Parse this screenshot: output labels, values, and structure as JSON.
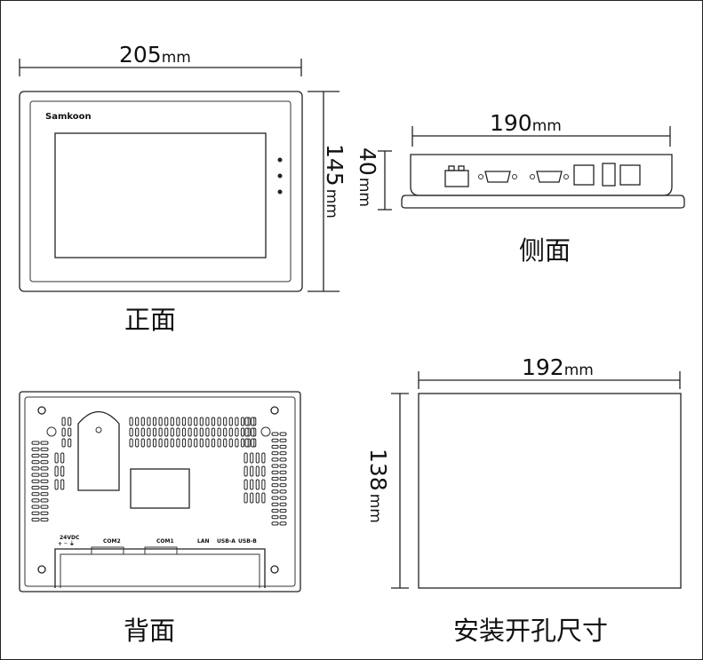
{
  "front": {
    "caption": "正面",
    "brand": "Samkoon",
    "width_value": "205",
    "width_unit": "mm",
    "height_value": "145",
    "height_unit": "mm"
  },
  "side": {
    "caption": "侧面",
    "width_value": "190",
    "width_unit": "mm",
    "depth_value": "40",
    "depth_unit": "mm"
  },
  "back": {
    "caption": "背面",
    "port_labels": [
      "24VDC",
      "COM2",
      "COM1",
      "LAN",
      "USB-A",
      "USB-B"
    ]
  },
  "cutout": {
    "caption": "安装开孔尺寸",
    "width_value": "192",
    "width_unit": "mm",
    "height_value": "138",
    "height_unit": "mm"
  }
}
